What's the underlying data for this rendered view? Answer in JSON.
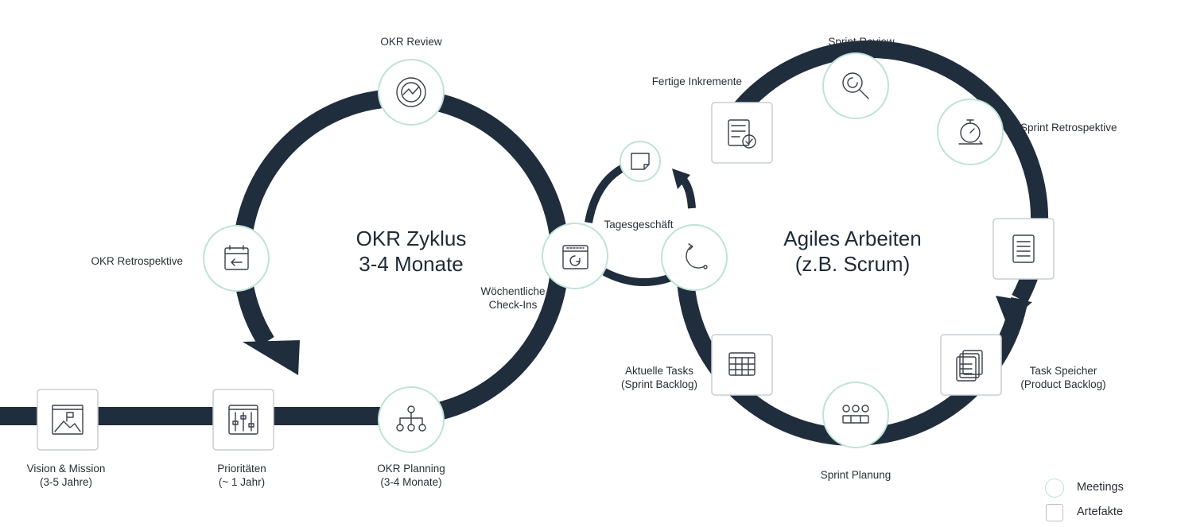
{
  "colors": {
    "ring": "#1f2d3d",
    "meeting_border": "#bfe3d6",
    "artifact_border": "#c8ced3"
  },
  "left_cycle": {
    "title_line1": "OKR Zyklus",
    "title_line2": "3-4 Monate"
  },
  "right_cycle": {
    "title_line1": "Agiles Arbeiten",
    "title_line2": "(z.B. Scrum)"
  },
  "labels": {
    "okr_review": "OKR Review",
    "okr_retro": "OKR Retrospektive",
    "weekly_line1": "Wöchentliche",
    "weekly_line2": "Check-Ins",
    "okr_planning_line1": "OKR Planning",
    "okr_planning_line2": "(3-4 Monate)",
    "vision_line1": "Vision & Mission",
    "vision_line2": "(3-5 Jahre)",
    "prio_line1": "Prioritäten",
    "prio_line2": "(~ 1 Jahr)",
    "tagesgeschaeft": "Tagesgeschäft",
    "sprint_review": "Sprint Review",
    "fertige": "Fertige Inkremente",
    "sprint_retro": "Sprint Retrospektive",
    "aktuelle_line1": "Aktuelle Tasks",
    "aktuelle_line2": "(Sprint Backlog)",
    "task_line1": "Task Speicher",
    "task_line2": "(Product Backlog)",
    "sprint_planung": "Sprint Planung"
  },
  "legend": {
    "meetings": "Meetings",
    "artefakte": "Artefakte"
  },
  "icons": {
    "okr_review": "cycle-arrow-icon",
    "okr_retro": "calendar-back-icon",
    "weekly": "calendar-cycle-icon",
    "okr_planning": "hierarchy-icon",
    "vision": "picture-flag-icon",
    "prio": "sliders-icon",
    "note": "note-icon",
    "tagesgeschaeft": "loop-icon",
    "sprint_review": "magnifier-icon",
    "fertige": "checklist-icon",
    "sprint_retro": "stopwatch-icon",
    "document": "document-icon",
    "task_speicher": "stacked-docs-icon",
    "sprint_planung": "planning-icon",
    "aktuelle": "kanban-icon"
  }
}
